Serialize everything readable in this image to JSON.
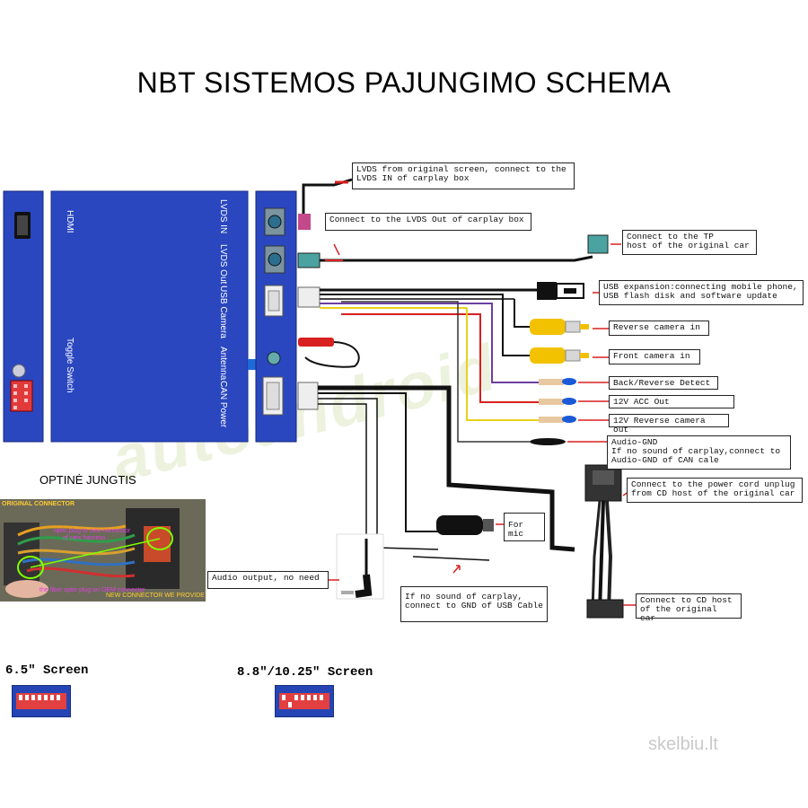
{
  "title": "NBT  SISTEMOS PAJUNGIMO SCHEMA",
  "watermark": "autoandroid",
  "box_labels": {
    "hdmi": "HDMI",
    "toggle": "Toggle Switch",
    "lvds_in": "LVDS IN",
    "lvds_out": "LVDS Out",
    "usb_camera": "USB Camera",
    "antenna": "Antenna",
    "can_power": "CAN Power"
  },
  "callouts": {
    "lvds_from": "LVDS from original screen, connect to the\nLVDS IN of carplay box",
    "lvds_out": "Connect to the LVDS Out of carplay box",
    "tp_host": "Connect to the TP\nhost of the original car",
    "usb_exp": "USB expansion:connecting mobile phone,\nUSB flash disk and software update",
    "rev_cam": "Reverse camera in",
    "front_cam": "Front camera in",
    "back_detect": "Back/Reverse Detect",
    "acc_out": "12V ACC Out",
    "rev_out": "12V Reverse camera out",
    "audio_gnd": "Audio-GND\nIf no sound of carplay,connect to\nAudio-GND of CAN cale",
    "power_cord": "Connect to the power cord unplug\nfrom CD host of the original car",
    "mic": "For mic",
    "audio_output": "Audio output, no need",
    "no_sound": "If no sound of carplay,\nconnect to GND of USB Cable",
    "cd_host": "Connect to CD host\nof the original car"
  },
  "optic": {
    "heading": "OPTINĖ JUNGTIS",
    "original": "ORIGINAL CONNECTOR",
    "note1": "optic plug to new connector",
    "note2": "of new harness",
    "note3": "the fiber optic plug on OEM connector",
    "note4": "NEW CONNECTOR WE PROVIDE"
  },
  "screens": {
    "small": "6.5\" Screen",
    "large": "8.8\"/10.25\" Screen"
  },
  "site_watermark": "skelbiu.lt",
  "colors": {
    "box_blue": "#2a47c0",
    "box_dark": "#1c3399",
    "yellow_rca": "#f2c100",
    "wire_purple": "#6a3fa0",
    "wire_red": "#d92020",
    "wire_yellow": "#e8d21a",
    "magenta_plug": "#c24a8a",
    "tip_blue": "#1a5ad8"
  }
}
